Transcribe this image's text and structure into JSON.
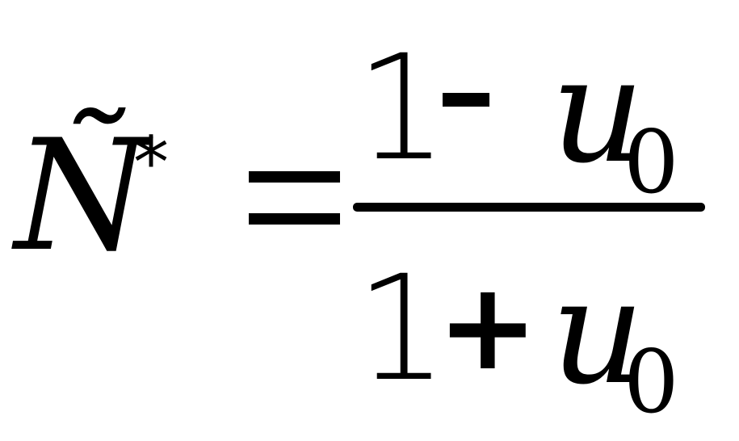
{
  "formula": {
    "lhs": {
      "symbol": "Ñ",
      "superscript": "*"
    },
    "relation": "=",
    "numerator": {
      "constant": "1",
      "operator": "-",
      "variable": "u",
      "subscript": "0"
    },
    "denominator": {
      "constant": "1",
      "operator": "+",
      "variable": "u",
      "subscript": "0"
    }
  }
}
